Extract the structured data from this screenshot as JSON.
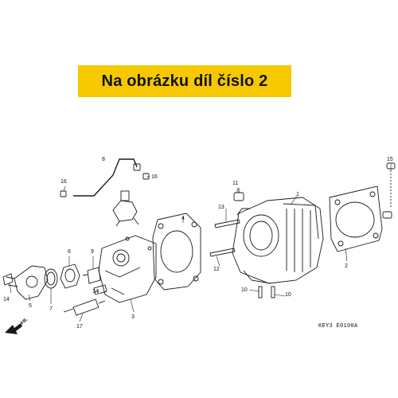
{
  "banner": {
    "text": "Na obrázku díl číslo 2"
  },
  "callouts": [
    {
      "id": "c1",
      "label": "1"
    },
    {
      "id": "c2",
      "label": "2"
    },
    {
      "id": "c3",
      "label": "3"
    },
    {
      "id": "c4",
      "label": "4"
    },
    {
      "id": "c5",
      "label": "5"
    },
    {
      "id": "c6",
      "label": "6"
    },
    {
      "id": "c7",
      "label": "7"
    },
    {
      "id": "c8",
      "label": "8"
    },
    {
      "id": "c9",
      "label": "9"
    },
    {
      "id": "c10a",
      "label": "10"
    },
    {
      "id": "c10b",
      "label": "10"
    },
    {
      "id": "c11",
      "label": "11"
    },
    {
      "id": "c12",
      "label": "12"
    },
    {
      "id": "c13",
      "label": "13"
    },
    {
      "id": "c14a",
      "label": "14"
    },
    {
      "id": "c14b",
      "label": "14"
    },
    {
      "id": "c15",
      "label": "15"
    },
    {
      "id": "c16a",
      "label": "16"
    },
    {
      "id": "c16b",
      "label": "16"
    },
    {
      "id": "c17",
      "label": "17"
    }
  ],
  "direction_marker": {
    "label": "FR."
  },
  "diagram_code": "KEY3  E0100A"
}
